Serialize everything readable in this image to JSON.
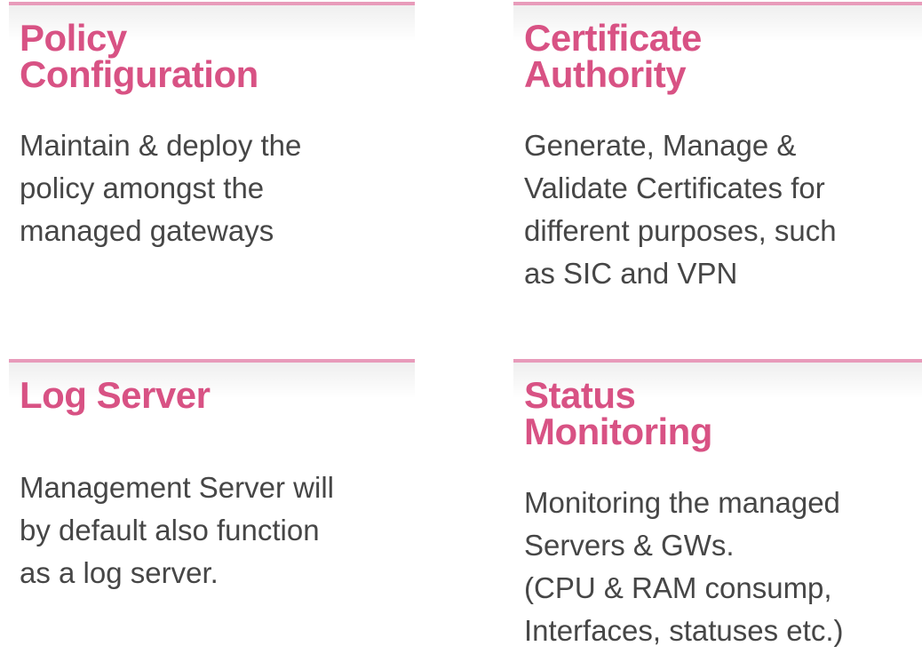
{
  "theme": {
    "accent_pink": "#d85284",
    "rule_pink": "#e89bba",
    "body_text": "#464646",
    "fade_gray": "#efefef",
    "background": "#ffffff"
  },
  "panels": [
    {
      "id": "policy-configuration",
      "heading": "Policy\nConfiguration",
      "description": "Maintain & deploy the\npolicy amongst the\nmanaged gateways"
    },
    {
      "id": "certificate-authority",
      "heading": "Certificate\nAuthority",
      "description": "Generate, Manage &\nValidate Certificates for\ndifferent purposes, such\nas SIC and VPN"
    },
    {
      "id": "log-server",
      "heading": "Log Server",
      "description": "Management Server will\nby default also function\nas a log server."
    },
    {
      "id": "status-monitoring",
      "heading": "Status\nMonitoring",
      "description": "Monitoring the managed\nServers & GWs.\n(CPU & RAM consump,\nInterfaces, statuses etc.)"
    }
  ]
}
